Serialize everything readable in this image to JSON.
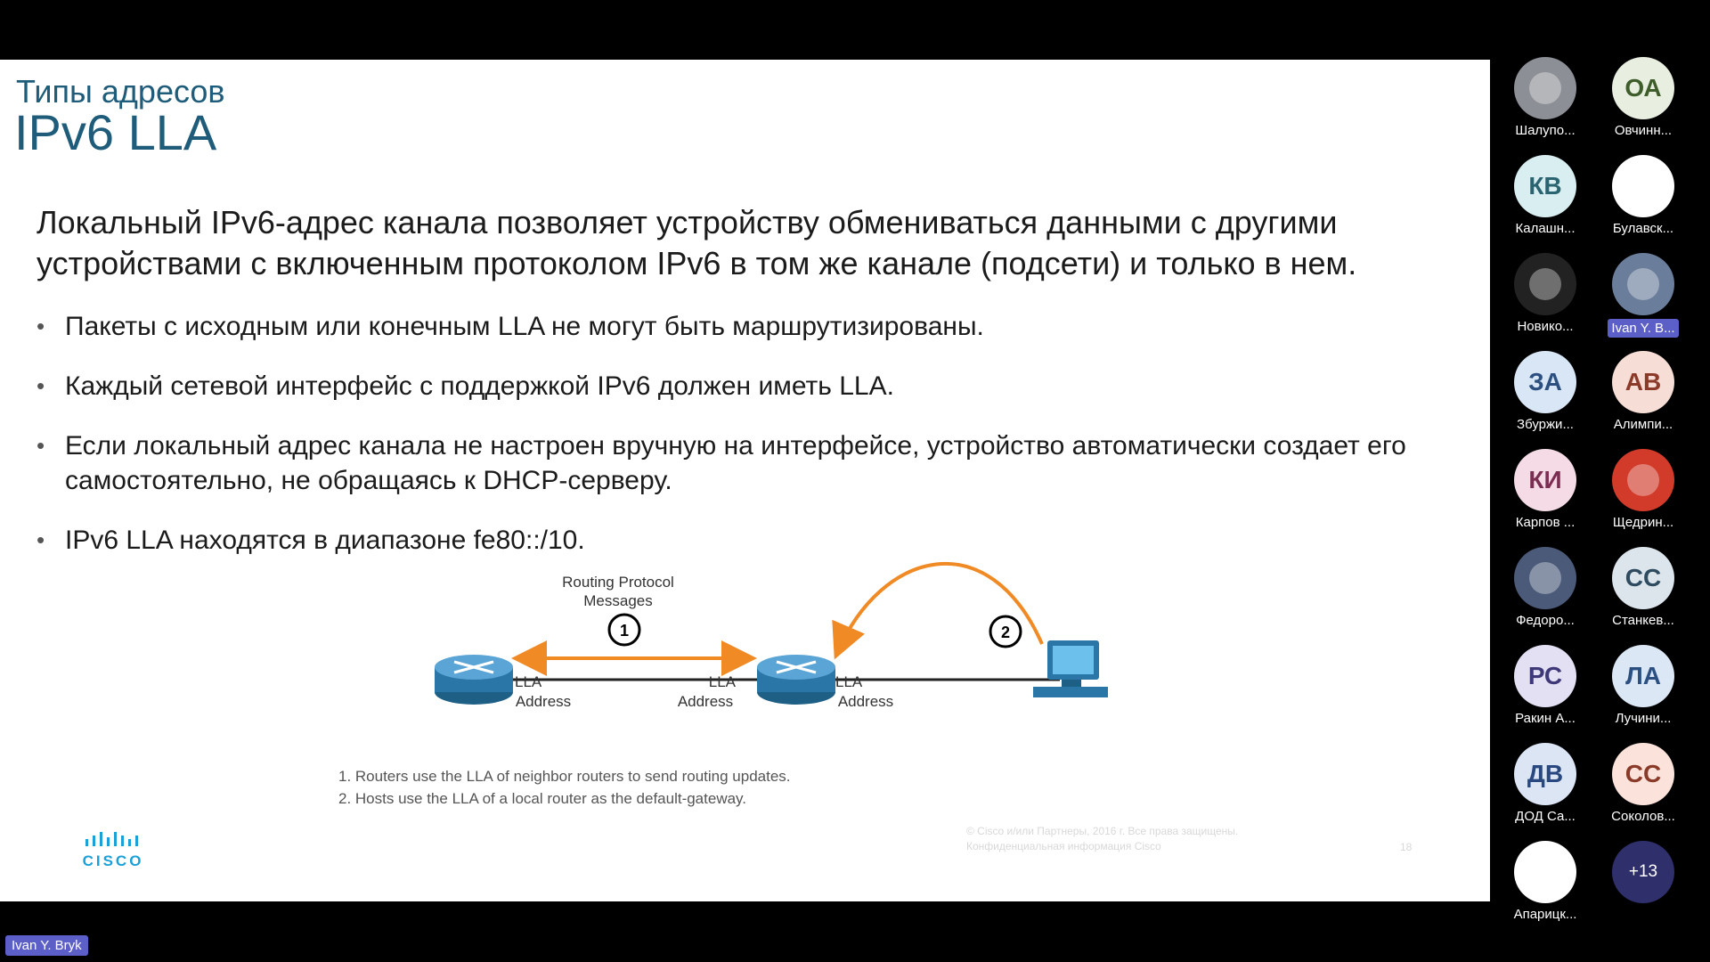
{
  "slide": {
    "title_small": "Типы адресов",
    "title_big": "IPv6 LLA",
    "intro": "Локальный IPv6-адрес канала позволяет устройству обмениваться данными с другими устройствами с включенным протоколом IPv6 в том же канале (подсети) и только в нем.",
    "bullets": [
      "Пакеты с исходным или конечным LLA не могут быть маршрутизированы.",
      "Каждый сетевой интерфейс с поддержкой IPv6 должен иметь LLA.",
      "Если локальный адрес канала не настроен вручную на интерфейсе, устройство автоматически создает его самостоятельно, не обращаясь к DHCP-серверу.",
      "IPv6 LLA находятся в диапазоне fe80::/10."
    ],
    "diagram": {
      "routing_label_1": "Routing Protocol",
      "routing_label_2": "Messages",
      "step1": "1",
      "step2": "2",
      "lla": "LLA",
      "address": "Address"
    },
    "footnotes": [
      "1. Routers use the LLA of neighbor routers to send routing updates.",
      "2. Hosts use the LLA of a local router as the default-gateway."
    ],
    "logo_text": "CISCO",
    "copyright_1": "© Cisco и/или Партнеры, 2016 г. Все права защищены.",
    "copyright_2": "Конфиденциальная информация Cisco",
    "page_number": "18",
    "accent_color": "#1f5c7a",
    "arrow_color": "#f08a24"
  },
  "speaker": {
    "name": "Ivan Y. Bryk"
  },
  "participants": [
    {
      "name": "Шалупо...",
      "initials": "",
      "bg": "#8d8f96",
      "photo": true
    },
    {
      "name": "Овчинн...",
      "initials": "ОА",
      "bg": "#e8efe0",
      "fg": "#3e5d2a"
    },
    {
      "name": "Калашн...",
      "initials": "КВ",
      "bg": "#d8eef0",
      "fg": "#2a6470"
    },
    {
      "name": "Булавск...",
      "initials": "",
      "bg": "#ffffff",
      "photo": true
    },
    {
      "name": "Новико...",
      "initials": "",
      "bg": "#222222",
      "photo": true
    },
    {
      "name": "Ivan Y. B...",
      "initials": "",
      "bg": "#6a7d9a",
      "photo": true,
      "active": true
    },
    {
      "name": "Збуржи...",
      "initials": "ЗА",
      "bg": "#d9e6f5",
      "fg": "#2c4f80"
    },
    {
      "name": "Алимпи...",
      "initials": "АВ",
      "bg": "#f6ddd6",
      "fg": "#8b3a2a"
    },
    {
      "name": "Карпов ...",
      "initials": "КИ",
      "bg": "#f4dbe6",
      "fg": "#7a2e52"
    },
    {
      "name": "Щедрин...",
      "initials": "",
      "bg": "#d23a2a",
      "photo": true
    },
    {
      "name": "Федоро...",
      "initials": "",
      "bg": "#4a5a78",
      "photo": true
    },
    {
      "name": "Станкев...",
      "initials": "СС",
      "bg": "#dce5ec",
      "fg": "#2e4b60"
    },
    {
      "name": "Ракин А...",
      "initials": "РС",
      "bg": "#e3e0f3",
      "fg": "#3e3878"
    },
    {
      "name": "Лучини...",
      "initials": "ЛА",
      "bg": "#dbe7f4",
      "fg": "#2a4f80"
    },
    {
      "name": "ДОД Са...",
      "initials": "ДВ",
      "bg": "#dbe5f4",
      "fg": "#2a4880"
    },
    {
      "name": "Соколов...",
      "initials": "СС",
      "bg": "#fbe3dc",
      "fg": "#8a3a28"
    },
    {
      "name": "Апарицк...",
      "initials": "",
      "bg": "#ffffff",
      "photo": true
    }
  ],
  "more_count": "+13"
}
